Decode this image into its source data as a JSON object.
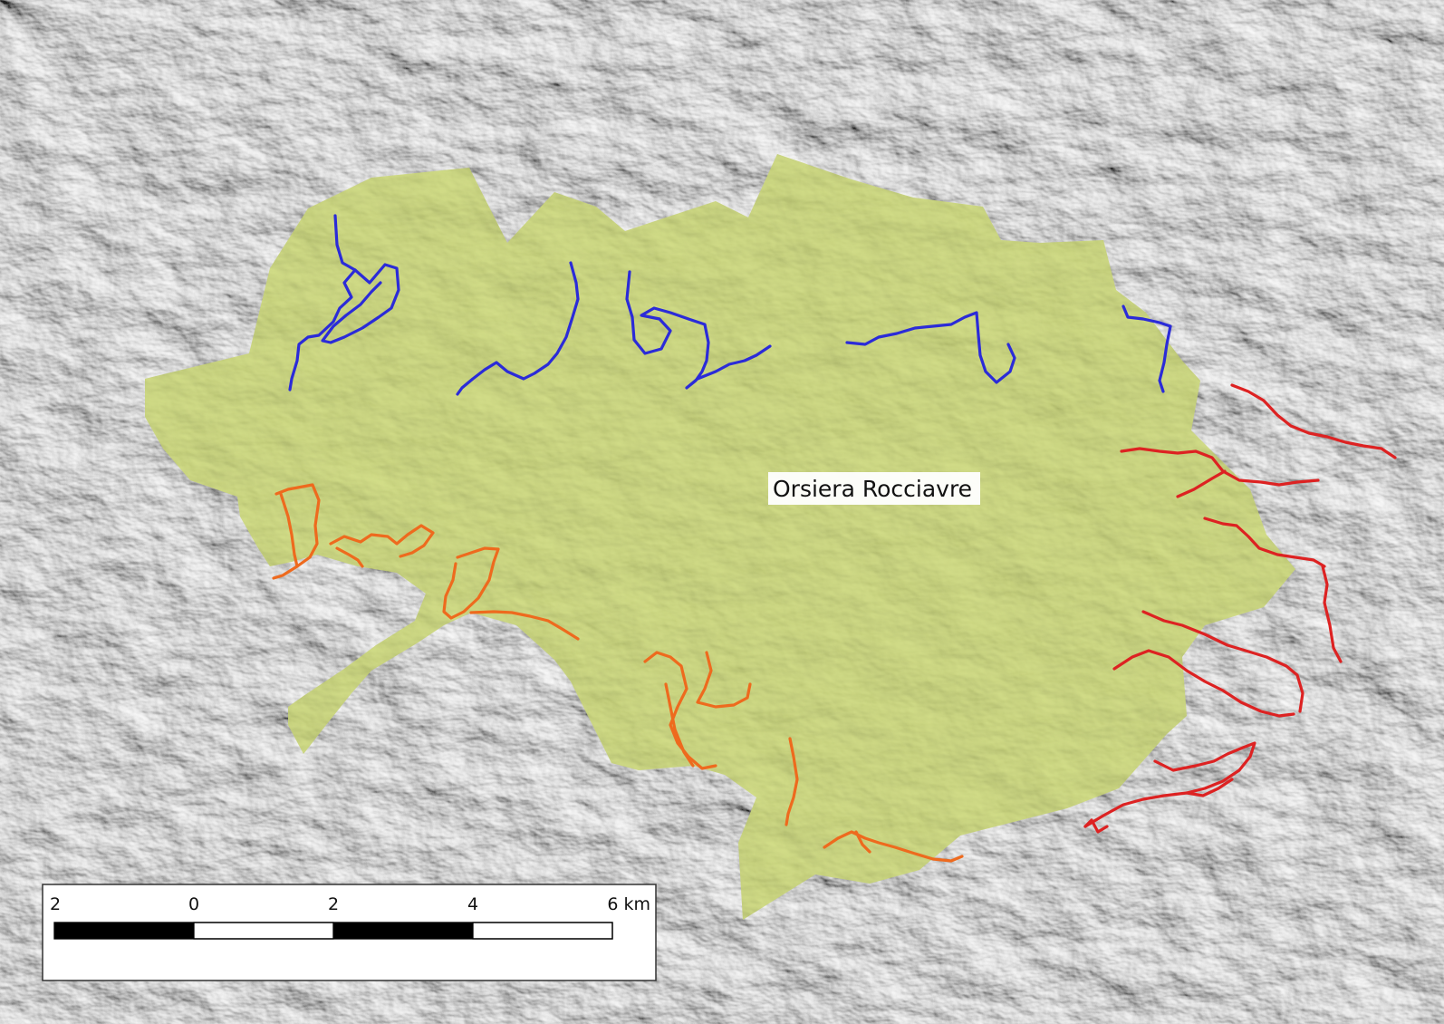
{
  "map": {
    "park_label": "Orsiera Rocciavre",
    "colors": {
      "background_terrain": "#cfcfcf",
      "park_fill": "#c8d672",
      "north_trails": "#2b2bd8",
      "southwest_trails": "#ee6a1e",
      "east_trails": "#dd2222"
    },
    "scale_bar": {
      "tick_labels": [
        "2",
        "0",
        "2",
        "4",
        "6 km"
      ]
    }
  }
}
